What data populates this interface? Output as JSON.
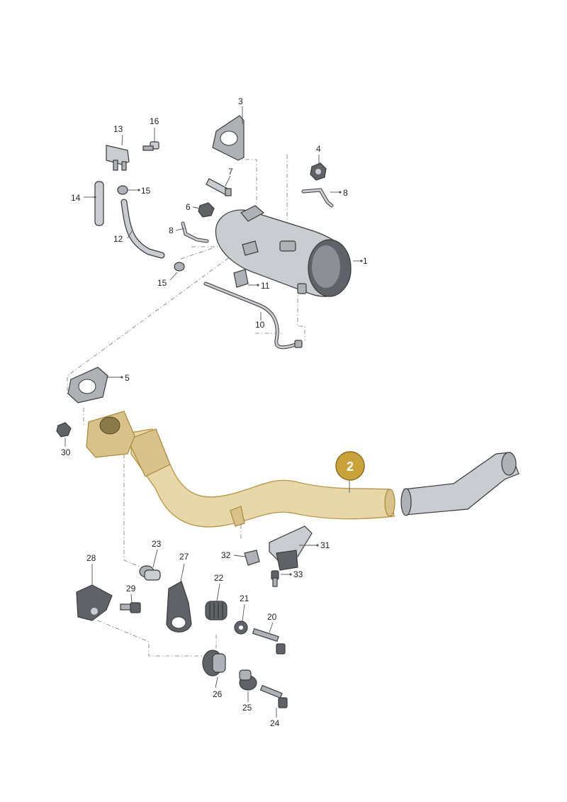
{
  "diagram": {
    "highlight_color": "#d4b04a",
    "highlight_label": "2",
    "labels": [
      {
        "id": "1",
        "text": "1"
      },
      {
        "id": "3",
        "text": "3"
      },
      {
        "id": "4",
        "text": "4"
      },
      {
        "id": "5",
        "text": "5"
      },
      {
        "id": "6",
        "text": "6"
      },
      {
        "id": "7",
        "text": "7"
      },
      {
        "id": "8a",
        "text": "8"
      },
      {
        "id": "8b",
        "text": "8"
      },
      {
        "id": "10",
        "text": "10"
      },
      {
        "id": "11",
        "text": "11"
      },
      {
        "id": "12",
        "text": "12"
      },
      {
        "id": "13",
        "text": "13"
      },
      {
        "id": "14",
        "text": "14"
      },
      {
        "id": "15a",
        "text": "15"
      },
      {
        "id": "15b",
        "text": "15"
      },
      {
        "id": "16",
        "text": "16"
      },
      {
        "id": "20",
        "text": "20"
      },
      {
        "id": "21",
        "text": "21"
      },
      {
        "id": "22",
        "text": "22"
      },
      {
        "id": "23",
        "text": "23"
      },
      {
        "id": "24",
        "text": "24"
      },
      {
        "id": "25",
        "text": "25"
      },
      {
        "id": "26",
        "text": "26"
      },
      {
        "id": "27",
        "text": "27"
      },
      {
        "id": "28",
        "text": "28"
      },
      {
        "id": "29",
        "text": "29"
      },
      {
        "id": "30",
        "text": "30"
      },
      {
        "id": "31",
        "text": "31"
      },
      {
        "id": "32",
        "text": "32"
      },
      {
        "id": "33",
        "text": "33"
      }
    ]
  }
}
